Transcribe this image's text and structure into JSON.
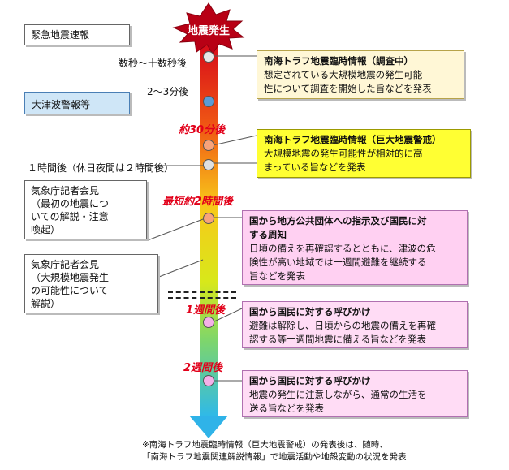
{
  "start_label": "地震発生",
  "left": {
    "emergency_eew": "緊急地震速報",
    "time_seconds": "数秒～十数秒後",
    "time_2_3min": "2～3分後",
    "tsunami_warning": "大津波警報等",
    "time_1hour": "１時間後（休日夜間は２時間後）",
    "press1": [
      "気象庁記者会見",
      "（最初の地震につ",
      "いての解説・注意",
      "喚起）"
    ],
    "press2": [
      "気象庁記者会見",
      "（大規模地震発生",
      "の可能性について",
      "解説）"
    ]
  },
  "stamps": {
    "t30min": "約30分後",
    "t2hours": "最短約2時間後",
    "t1week": "1週間後",
    "t2weeks": "2週間後"
  },
  "right": {
    "box1": {
      "title": "南海トラフ地震臨時情報（調査中）",
      "lines": [
        "想定されている大規模地震の発生可能",
        "性について調査を開始した旨などを発表"
      ]
    },
    "box2": {
      "title": "南海トラフ地震臨時情報（巨大地震警戒）",
      "lines": [
        "大規模地震の発生可能性が相対的に高",
        "まっている旨などを発表"
      ]
    },
    "box3": {
      "title_lines": [
        "国から地方公共団体への指示及び国民に対",
        "する周知"
      ],
      "lines": [
        "日頃の備えを再確認するとともに、津波の危",
        "険性が高い地域では一週間避難を継続する",
        "旨などを発表"
      ]
    },
    "box4": {
      "title": "国から国民に対する呼びかけ",
      "lines": [
        "避難は解除し、日頃からの地震の備えを再確",
        "認する等一週間地震に備える旨などを発表"
      ]
    },
    "box5": {
      "title": "国から国民に対する呼びかけ",
      "lines": [
        "地震の発生に注意しながら、通常の生活を",
        "送る旨などを発表"
      ]
    }
  },
  "footnote": [
    "※南海トラフ地震臨時情報（巨大地震警戒）の発表後は、随時、",
    "「南海トラフ地震関連解説情報」で地震活動や地殻変動の状況を発表"
  ]
}
